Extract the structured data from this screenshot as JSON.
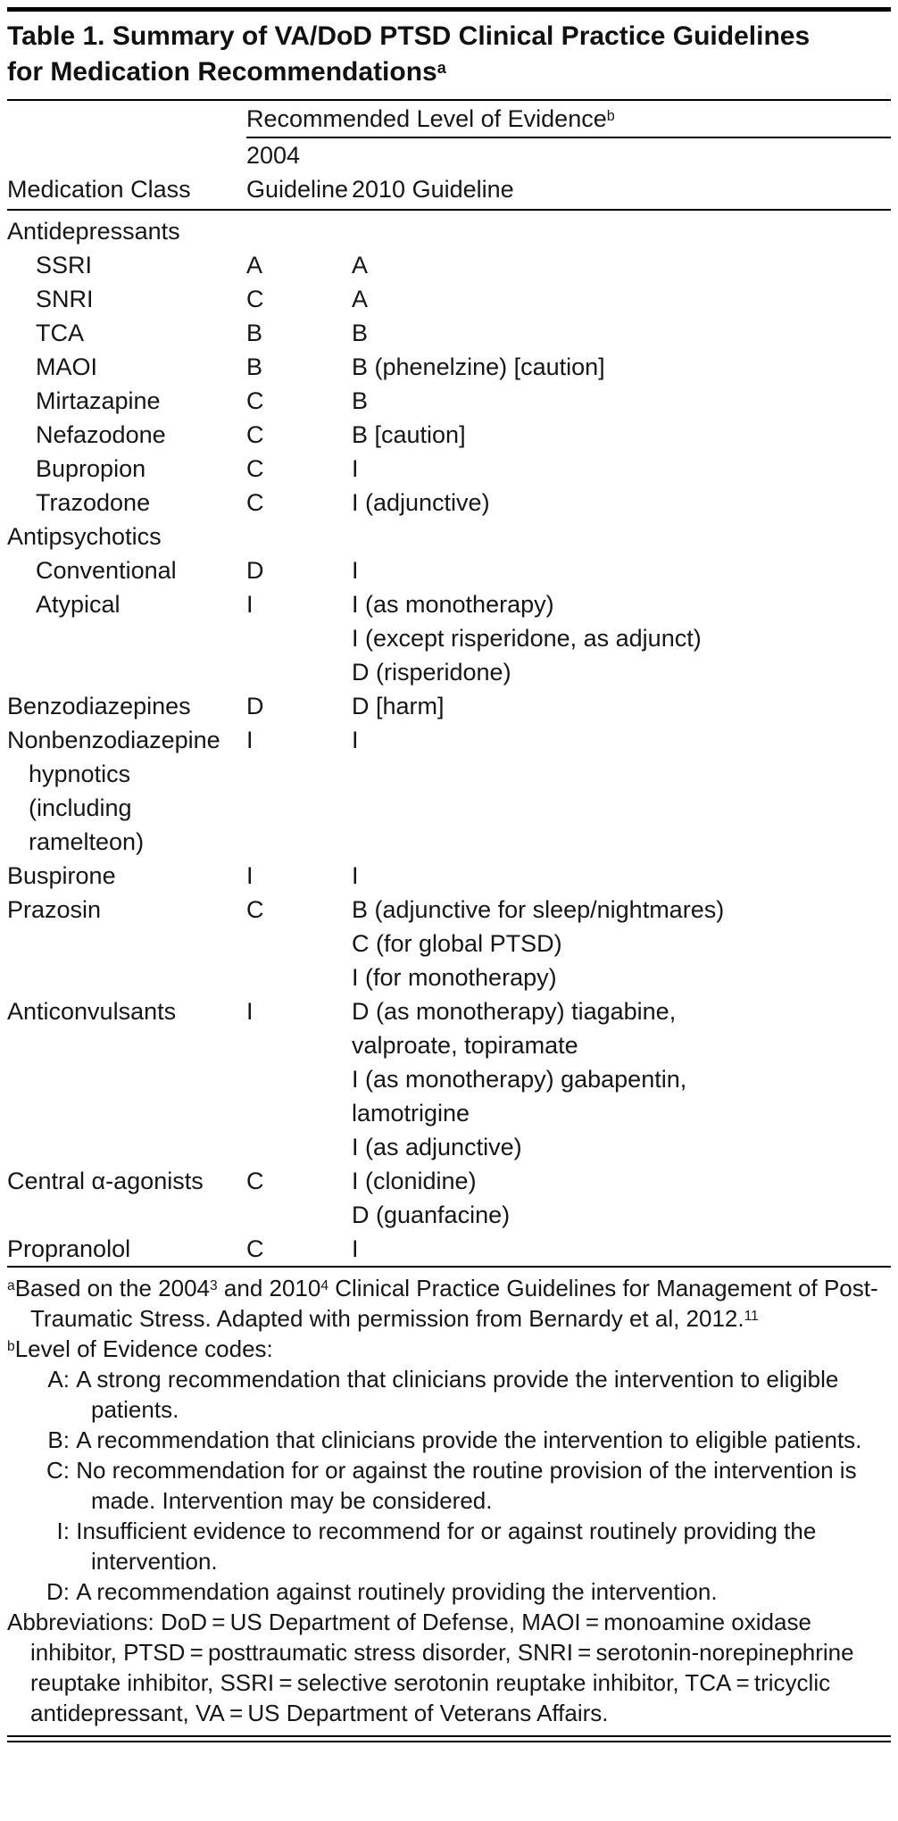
{
  "title": {
    "text": "Table 1. Summary of VA/DoD PTSD Clinical Practice Guidelines for Medication Recommendations",
    "sup": "a"
  },
  "table": {
    "evidence_header": {
      "text": "Recommended Level of Evidence",
      "sup": "b"
    },
    "columns": {
      "medication": "Medication Class",
      "y2004_line1": "2004",
      "y2004_line2": "Guideline",
      "y2010": "2010 Guideline"
    },
    "rows": [
      {
        "label_lines": [
          "Antidepressants"
        ],
        "indent": 0,
        "g2004": "",
        "g2010": []
      },
      {
        "label_lines": [
          "SSRI"
        ],
        "indent": 1,
        "g2004": "A",
        "g2010": [
          "A"
        ]
      },
      {
        "label_lines": [
          "SNRI"
        ],
        "indent": 1,
        "g2004": "C",
        "g2010": [
          "A"
        ]
      },
      {
        "label_lines": [
          "TCA"
        ],
        "indent": 1,
        "g2004": "B",
        "g2010": [
          "B"
        ]
      },
      {
        "label_lines": [
          "MAOI"
        ],
        "indent": 1,
        "g2004": "B",
        "g2010": [
          "B (phenelzine) [caution]"
        ]
      },
      {
        "label_lines": [
          "Mirtazapine"
        ],
        "indent": 1,
        "g2004": "C",
        "g2010": [
          "B"
        ]
      },
      {
        "label_lines": [
          "Nefazodone"
        ],
        "indent": 1,
        "g2004": "C",
        "g2010": [
          "B [caution]"
        ]
      },
      {
        "label_lines": [
          "Bupropion"
        ],
        "indent": 1,
        "g2004": "C",
        "g2010": [
          "I"
        ]
      },
      {
        "label_lines": [
          "Trazodone"
        ],
        "indent": 1,
        "g2004": "C",
        "g2010": [
          "I (adjunctive)"
        ]
      },
      {
        "label_lines": [
          "Antipsychotics"
        ],
        "indent": 0,
        "g2004": "",
        "g2010": []
      },
      {
        "label_lines": [
          "Conventional"
        ],
        "indent": 1,
        "g2004": "D",
        "g2010": [
          "I"
        ]
      },
      {
        "label_lines": [
          "Atypical"
        ],
        "indent": 1,
        "g2004": "I",
        "g2010": [
          "I (as monotherapy)",
          "I (except risperidone, as adjunct)",
          "D (risperidone)"
        ]
      },
      {
        "label_lines": [
          "Benzodiazepines"
        ],
        "indent": 0,
        "g2004": "D",
        "g2010": [
          "D [harm]"
        ]
      },
      {
        "label_lines": [
          "Nonbenzodiazepine",
          "hypnotics",
          "(including ramelteon)"
        ],
        "indent": 0,
        "g2004": "I",
        "g2010": [
          "I"
        ]
      },
      {
        "label_lines": [
          "Buspirone"
        ],
        "indent": 0,
        "g2004": "I",
        "g2010": [
          "I"
        ]
      },
      {
        "label_lines": [
          "Prazosin"
        ],
        "indent": 0,
        "g2004": "C",
        "g2010": [
          "B (adjunctive for sleep/nightmares)",
          "C (for global PTSD)",
          "I (for monotherapy)"
        ]
      },
      {
        "label_lines": [
          "Anticonvulsants"
        ],
        "indent": 0,
        "g2004": "I",
        "g2010": [
          "D (as monotherapy) tiagabine,",
          "valproate, topiramate",
          "I (as monotherapy) gabapentin,",
          "lamotrigine",
          "I (as adjunctive)"
        ]
      },
      {
        "label_lines": [
          "Central α-agonists"
        ],
        "indent": 0,
        "g2004": "C",
        "g2010": [
          "I (clonidine)",
          "D (guanfacine)"
        ]
      },
      {
        "label_lines": [
          "Propranolol"
        ],
        "indent": 0,
        "g2004": "C",
        "g2010": [
          "I"
        ]
      }
    ]
  },
  "footnotes": {
    "a": {
      "marker": "a",
      "segments": [
        {
          "text": "Based on the 2004"
        },
        {
          "sup": "3"
        },
        {
          "text": " and 2010"
        },
        {
          "sup": "4"
        },
        {
          "text": " Clinical Practice Guidelines for Management of Post-Traumatic Stress. Adapted with permission from Bernardy et al, 2012."
        },
        {
          "sup": "11"
        }
      ]
    },
    "b": {
      "marker": "b",
      "label": "Level of Evidence codes:",
      "codes": [
        {
          "code": "A:",
          "text": "A strong recommendation that clinicians provide the intervention to eligible patients."
        },
        {
          "code": "B:",
          "text": "A recommendation that clinicians provide the intervention to eligible patients."
        },
        {
          "code": "C:",
          "text": "No recommendation for or against the routine provision of the intervention is made. Intervention may be considered."
        },
        {
          "code": "I:",
          "text": "Insufficient evidence to recommend for or against routinely providing the intervention."
        },
        {
          "code": "D:",
          "text": "A recommendation against routinely providing the intervention."
        }
      ]
    },
    "abbreviations": "Abbreviations: DoD = US Department of Defense, MAOI = monoamine oxidase inhibitor, PTSD = posttraumatic stress disorder, SNRI = serotonin-norepinephrine reuptake inhibitor, SSRI = selective serotonin reuptake inhibitor, TCA = tricyclic antidepressant, VA = US Department of Veterans Affairs."
  }
}
